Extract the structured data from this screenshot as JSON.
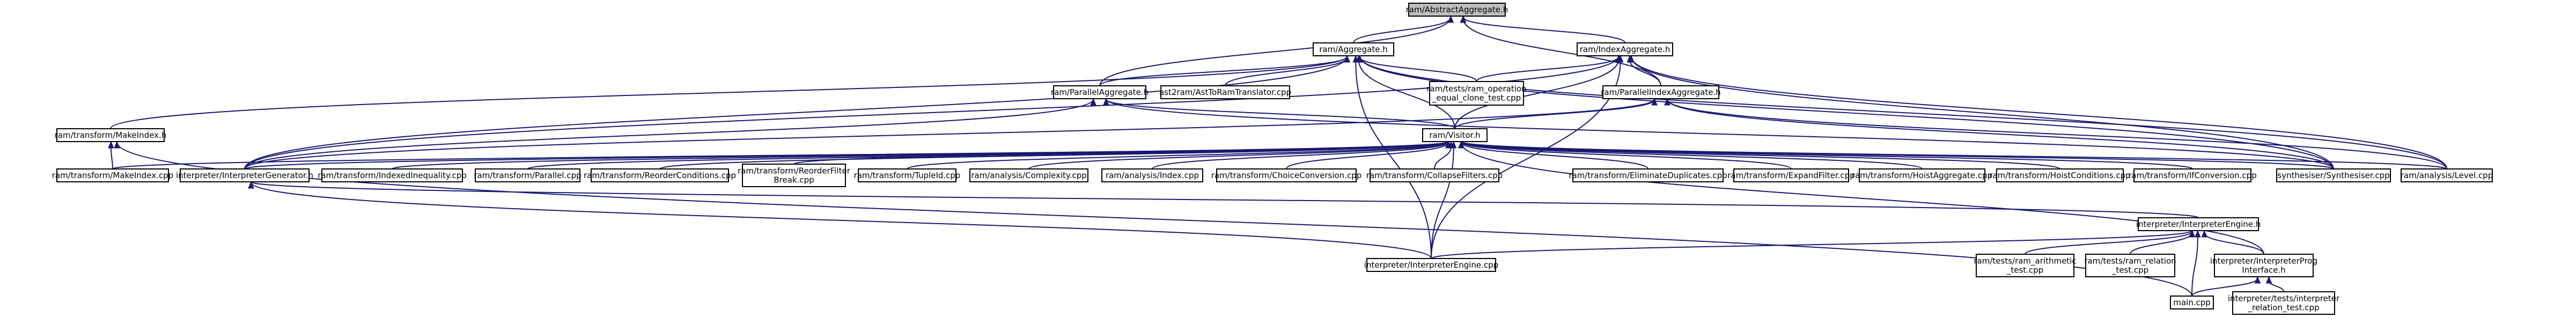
{
  "diagram": {
    "type": "include-dependency-graph",
    "colors": {
      "edge": "#191970",
      "root_fill": "#bfbfbf",
      "node_fill": "#ffffff",
      "node_border": "#000000"
    },
    "nodes": [
      {
        "id": "abstract_aggregate",
        "lines": [
          "ram/AbstractAggregate.h"
        ],
        "root": true
      },
      {
        "id": "aggregate",
        "lines": [
          "ram/Aggregate.h"
        ]
      },
      {
        "id": "index_aggregate",
        "lines": [
          "ram/IndexAggregate.h"
        ]
      },
      {
        "id": "parallel_aggregate",
        "lines": [
          "ram/ParallelAggregate.h"
        ]
      },
      {
        "id": "ast2ram",
        "lines": [
          "ast2ram/AstToRamTranslator.cpp"
        ]
      },
      {
        "id": "ram_operation_test",
        "lines": [
          "ram/tests/ram_operation",
          "_equal_clone_test.cpp"
        ]
      },
      {
        "id": "parallel_index_aggregate",
        "lines": [
          "ram/ParallelIndexAggregate.h"
        ]
      },
      {
        "id": "make_index_h",
        "lines": [
          "ram/transform/MakeIndex.h"
        ]
      },
      {
        "id": "visitor",
        "lines": [
          "ram/Visitor.h"
        ]
      },
      {
        "id": "make_index_cpp",
        "lines": [
          "ram/transform/MakeIndex.cpp"
        ]
      },
      {
        "id": "interp_generator",
        "lines": [
          "interpreter/InterpreterGenerator.h"
        ]
      },
      {
        "id": "indexed_inequality",
        "lines": [
          "ram/transform/IndexedInequality.cpp"
        ]
      },
      {
        "id": "parallel_cpp",
        "lines": [
          "ram/transform/Parallel.cpp"
        ]
      },
      {
        "id": "reorder_conditions",
        "lines": [
          "ram/transform/ReorderConditions.cpp"
        ]
      },
      {
        "id": "reorder_filter_break",
        "lines": [
          "ram/transform/ReorderFilter",
          "Break.cpp"
        ]
      },
      {
        "id": "tuple_id",
        "lines": [
          "ram/transform/TupleId.cpp"
        ]
      },
      {
        "id": "complexity",
        "lines": [
          "ram/analysis/Complexity.cpp"
        ]
      },
      {
        "id": "analysis_index",
        "lines": [
          "ram/analysis/Index.cpp"
        ]
      },
      {
        "id": "choice_conversion",
        "lines": [
          "ram/transform/ChoiceConversion.cpp"
        ]
      },
      {
        "id": "collapse_filters",
        "lines": [
          "ram/transform/CollapseFilters.cpp"
        ]
      },
      {
        "id": "eliminate_duplicates",
        "lines": [
          "ram/transform/EliminateDuplicates.cpp"
        ]
      },
      {
        "id": "expand_filter",
        "lines": [
          "ram/transform/ExpandFilter.cpp"
        ]
      },
      {
        "id": "hoist_aggregate",
        "lines": [
          "ram/transform/HoistAggregate.cpp"
        ]
      },
      {
        "id": "hoist_conditions",
        "lines": [
          "ram/transform/HoistConditions.cpp"
        ]
      },
      {
        "id": "if_conversion",
        "lines": [
          "ram/transform/IfConversion.cpp"
        ]
      },
      {
        "id": "synthesiser",
        "lines": [
          "synthesiser/Synthesiser.cpp"
        ]
      },
      {
        "id": "level",
        "lines": [
          "ram/analysis/Level.cpp"
        ]
      },
      {
        "id": "interp_engine_h",
        "lines": [
          "interpreter/InterpreterEngine.h"
        ]
      },
      {
        "id": "interp_engine_cpp",
        "lines": [
          "interpreter/InterpreterEngine.cpp"
        ]
      },
      {
        "id": "ram_arith_test",
        "lines": [
          "ram/tests/ram_arithmetic",
          "_test.cpp"
        ]
      },
      {
        "id": "ram_relation_test",
        "lines": [
          "ram/tests/ram_relation",
          "_test.cpp"
        ]
      },
      {
        "id": "interp_prog",
        "lines": [
          "interpreter/InterpreterProg",
          "Interface.h"
        ]
      },
      {
        "id": "main_cpp",
        "lines": [
          "main.cpp"
        ]
      },
      {
        "id": "interp_relation_test",
        "lines": [
          "interpreter/tests/interpreter",
          "_relation_test.cpp"
        ]
      }
    ],
    "edges": [
      [
        "aggregate",
        "abstract_aggregate"
      ],
      [
        "index_aggregate",
        "abstract_aggregate"
      ],
      [
        "parallel_aggregate",
        "abstract_aggregate"
      ],
      [
        "parallel_index_aggregate",
        "abstract_aggregate"
      ],
      [
        "parallel_aggregate",
        "aggregate"
      ],
      [
        "ast2ram",
        "aggregate"
      ],
      [
        "ram_operation_test",
        "aggregate"
      ],
      [
        "visitor",
        "aggregate"
      ],
      [
        "make_index_h",
        "aggregate"
      ],
      [
        "interp_generator",
        "aggregate"
      ],
      [
        "synthesiser",
        "aggregate"
      ],
      [
        "level",
        "aggregate"
      ],
      [
        "interp_engine_cpp",
        "aggregate"
      ],
      [
        "parallel_index_aggregate",
        "index_aggregate"
      ],
      [
        "ram_operation_test",
        "index_aggregate"
      ],
      [
        "visitor",
        "index_aggregate"
      ],
      [
        "interp_generator",
        "index_aggregate"
      ],
      [
        "synthesiser",
        "index_aggregate"
      ],
      [
        "level",
        "index_aggregate"
      ],
      [
        "interp_engine_cpp",
        "index_aggregate"
      ],
      [
        "visitor",
        "parallel_aggregate"
      ],
      [
        "interp_generator",
        "parallel_aggregate"
      ],
      [
        "synthesiser",
        "parallel_aggregate"
      ],
      [
        "visitor",
        "parallel_index_aggregate"
      ],
      [
        "interp_generator",
        "parallel_index_aggregate"
      ],
      [
        "synthesiser",
        "parallel_index_aggregate"
      ],
      [
        "level",
        "parallel_index_aggregate"
      ],
      [
        "make_index_cpp",
        "make_index_h"
      ],
      [
        "main_cpp",
        "make_index_h"
      ],
      [
        "make_index_cpp",
        "visitor"
      ],
      [
        "interp_generator",
        "visitor"
      ],
      [
        "indexed_inequality",
        "visitor"
      ],
      [
        "parallel_cpp",
        "visitor"
      ],
      [
        "reorder_conditions",
        "visitor"
      ],
      [
        "reorder_filter_break",
        "visitor"
      ],
      [
        "tuple_id",
        "visitor"
      ],
      [
        "complexity",
        "visitor"
      ],
      [
        "analysis_index",
        "visitor"
      ],
      [
        "choice_conversion",
        "visitor"
      ],
      [
        "collapse_filters",
        "visitor"
      ],
      [
        "eliminate_duplicates",
        "visitor"
      ],
      [
        "expand_filter",
        "visitor"
      ],
      [
        "hoist_aggregate",
        "visitor"
      ],
      [
        "hoist_conditions",
        "visitor"
      ],
      [
        "if_conversion",
        "visitor"
      ],
      [
        "synthesiser",
        "visitor"
      ],
      [
        "level",
        "visitor"
      ],
      [
        "interp_engine_cpp",
        "visitor"
      ],
      [
        "interp_prog",
        "visitor"
      ],
      [
        "interp_engine_h",
        "interp_generator"
      ],
      [
        "interp_engine_cpp",
        "interp_generator"
      ],
      [
        "interp_engine_cpp",
        "interp_engine_h"
      ],
      [
        "ram_arith_test",
        "interp_engine_h"
      ],
      [
        "ram_relation_test",
        "interp_engine_h"
      ],
      [
        "interp_prog",
        "interp_engine_h"
      ],
      [
        "main_cpp",
        "interp_engine_h"
      ],
      [
        "main_cpp",
        "interp_prog"
      ],
      [
        "interp_relation_test",
        "interp_prog"
      ]
    ]
  }
}
